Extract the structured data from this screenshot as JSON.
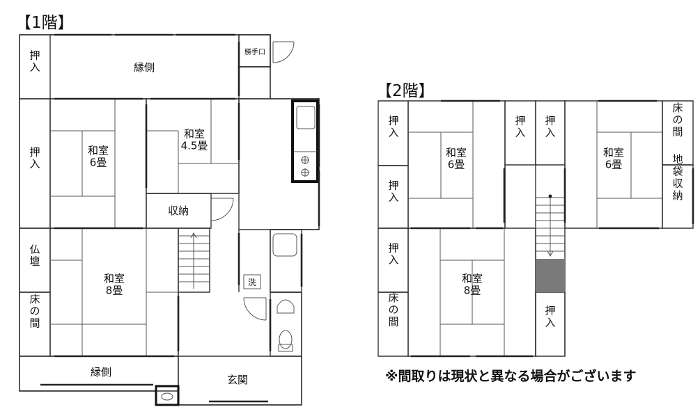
{
  "floor1": {
    "title": "【1階】",
    "rooms": {
      "oshiire_top": "押\n入",
      "engawa_top": "縁側",
      "katteguchi": "勝手口",
      "oshiire_mid": "押\n入",
      "washitsu6": "和室\n6畳",
      "washitsu45": "和室\n4.5畳",
      "shuno": "収納",
      "butsudan": "仏\n壇",
      "washitsu8": "和室\n8畳",
      "toko": "床\nの\n間",
      "sentaku": "洗",
      "engawa_bottom": "縁側",
      "genkan": "玄関"
    }
  },
  "floor2": {
    "title": "【2階】",
    "rooms": {
      "oshiire_l1": "押\n入",
      "washitsu6_left": "和室\n6畳",
      "oshiire_c1": "押\n入",
      "oshiire_c2": "押\n入",
      "washitsu6_right": "和室\n6畳",
      "toko_right": "床\nの\n間",
      "oshiire_l2": "押\n入",
      "jibukuro": "地\n袋\n収\n納",
      "oshiire_l3": "押\n入",
      "washitsu8": "和室\n8畳",
      "toko_left": "床\nの\n間",
      "oshiire_stair": "押\n入"
    }
  },
  "note": "※間取りは現状と異なる場合がございます"
}
